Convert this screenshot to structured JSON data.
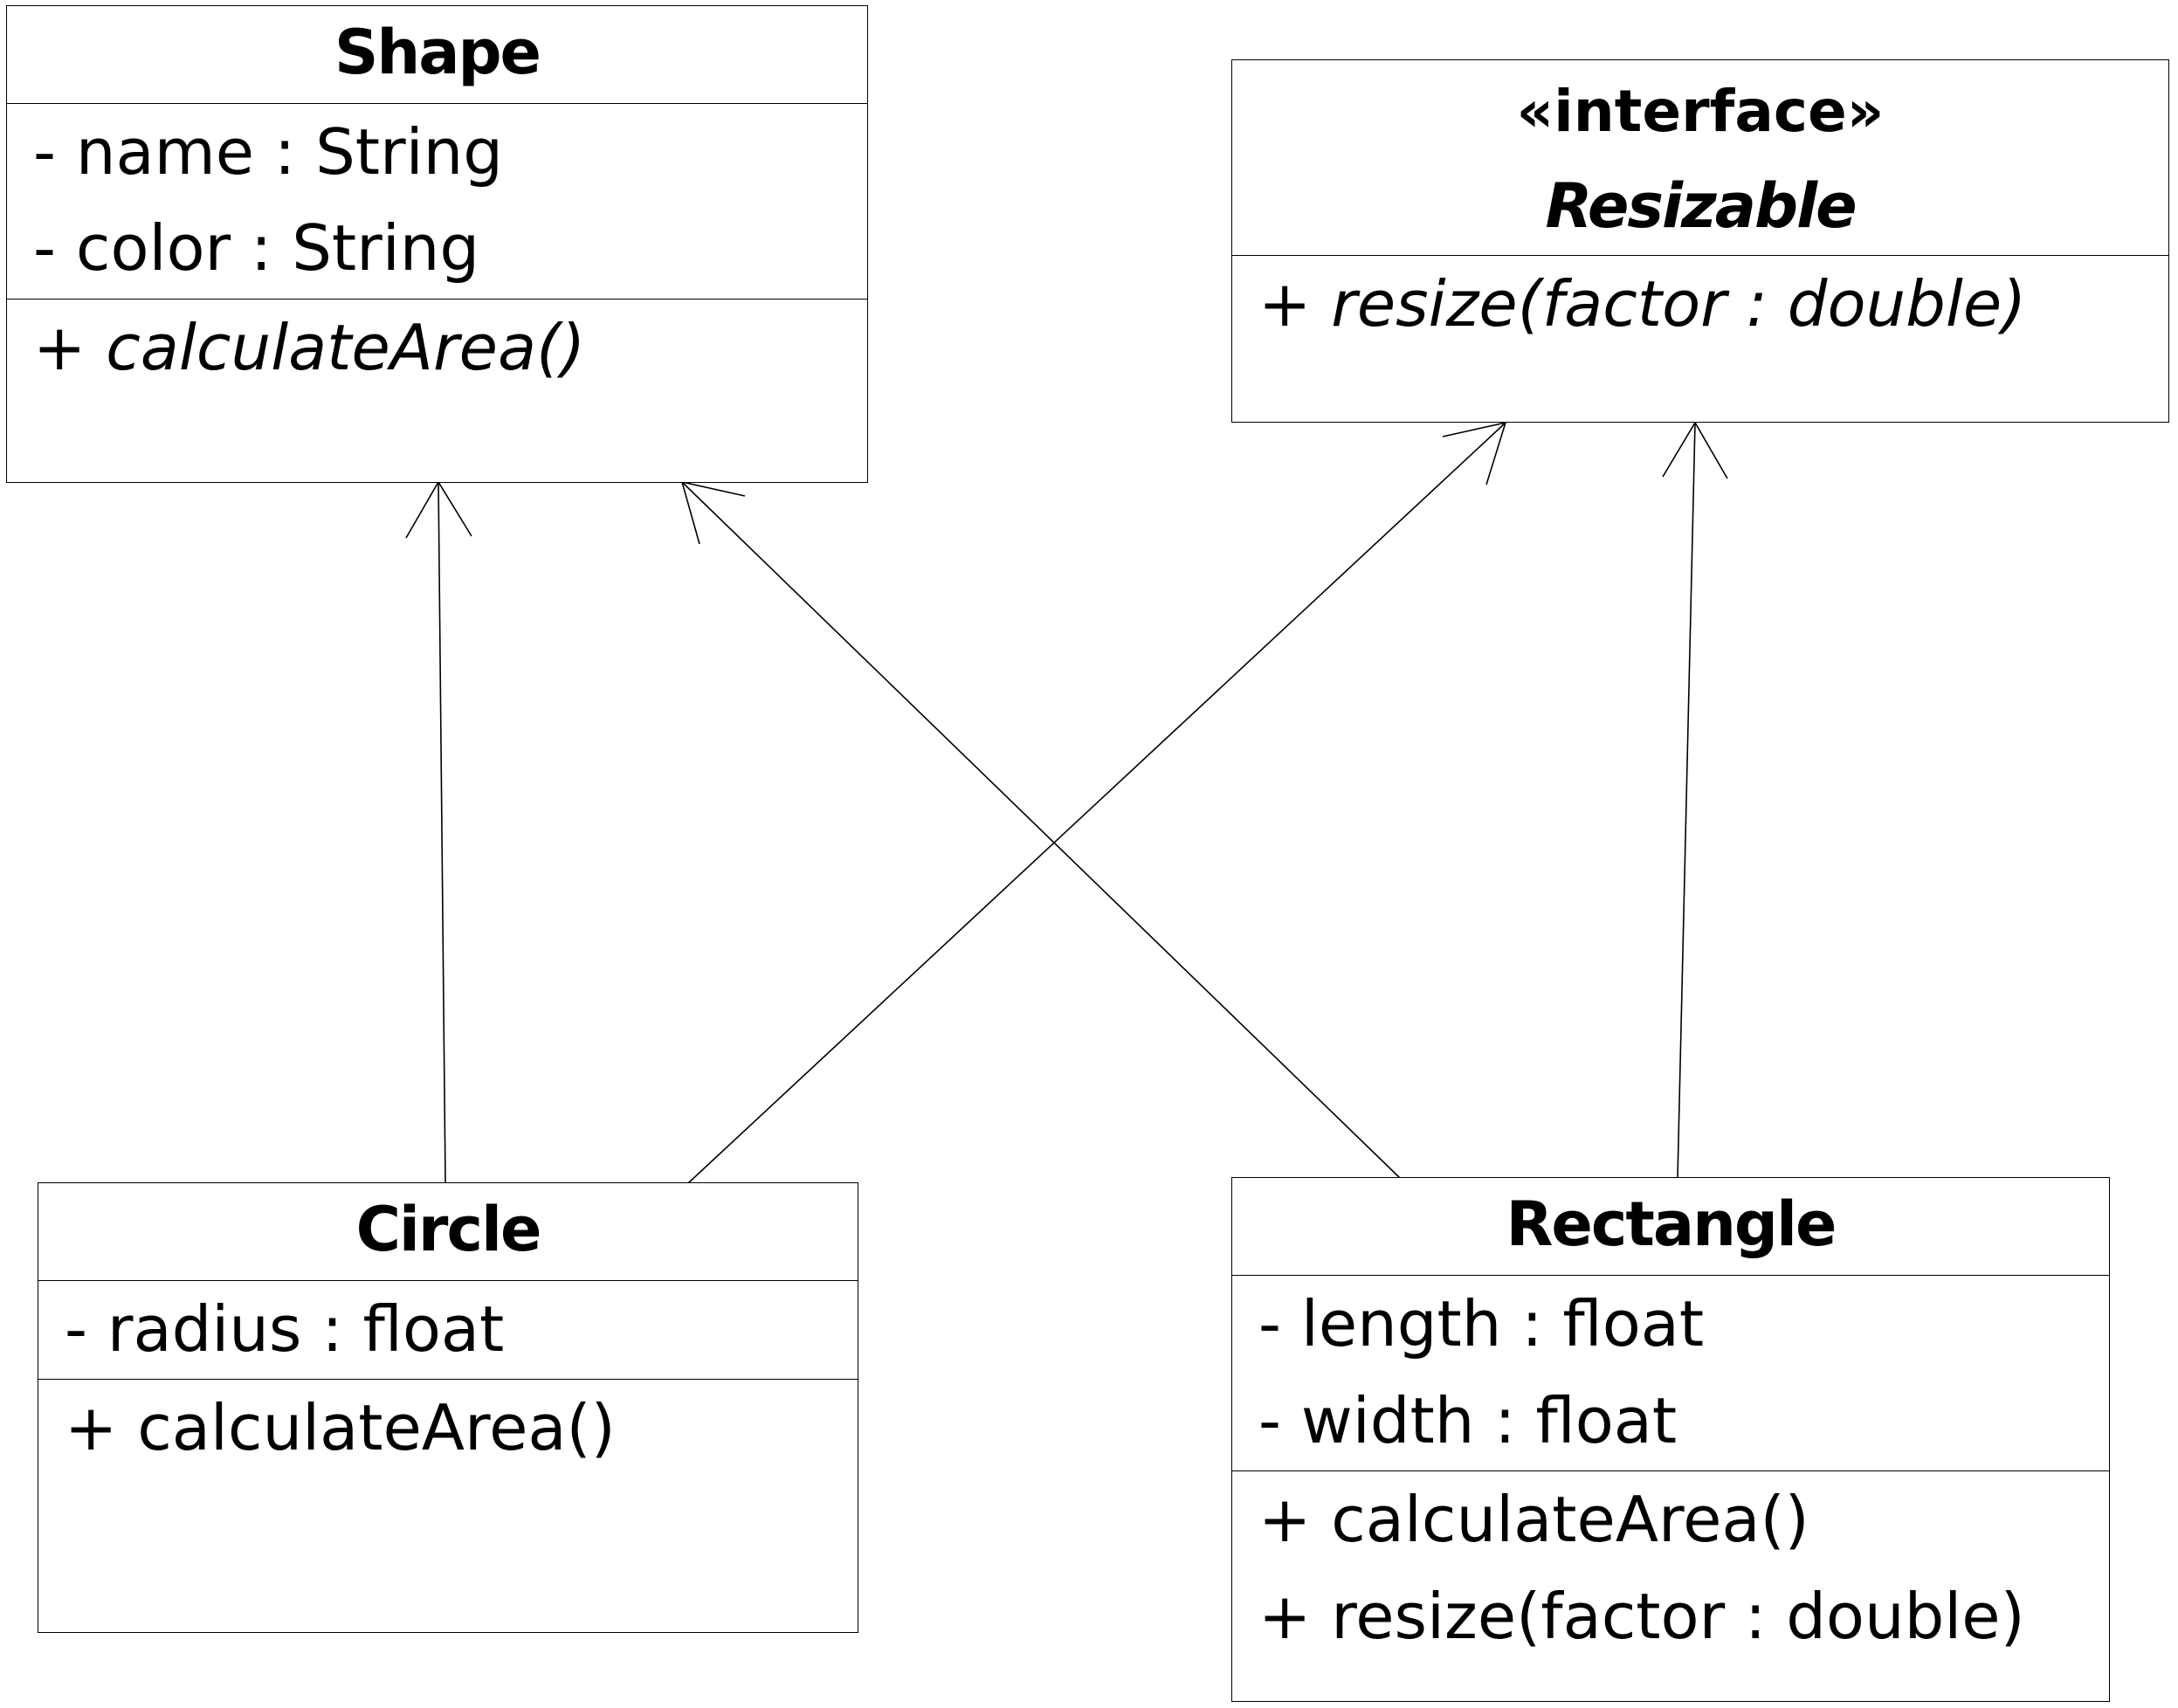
{
  "diagram": {
    "type": "uml-class",
    "classes": {
      "shape": {
        "name": "Shape",
        "attributes": [
          "- name : String",
          "- color : String"
        ],
        "operations": [
          "+ calculateArea()"
        ],
        "abstract_operations": true
      },
      "resizable": {
        "stereotype": "«interface»",
        "name": "Resizable",
        "operations": [
          "+ resize(factor : double)"
        ]
      },
      "circle": {
        "name": "Circle",
        "attributes": [
          "- radius : float"
        ],
        "operations": [
          "+ calculateArea()"
        ]
      },
      "rectangle": {
        "name": "Rectangle",
        "attributes": [
          "- length : float",
          "- width : float"
        ],
        "operations": [
          "+ calculateArea()",
          "+ resize(factor : double)"
        ]
      }
    },
    "relationships": [
      {
        "from": "Circle",
        "to": "Shape",
        "kind": "generalization"
      },
      {
        "from": "Circle",
        "to": "Resizable",
        "kind": "generalization"
      },
      {
        "from": "Rectangle",
        "to": "Shape",
        "kind": "generalization"
      },
      {
        "from": "Rectangle",
        "to": "Resizable",
        "kind": "generalization"
      }
    ]
  }
}
